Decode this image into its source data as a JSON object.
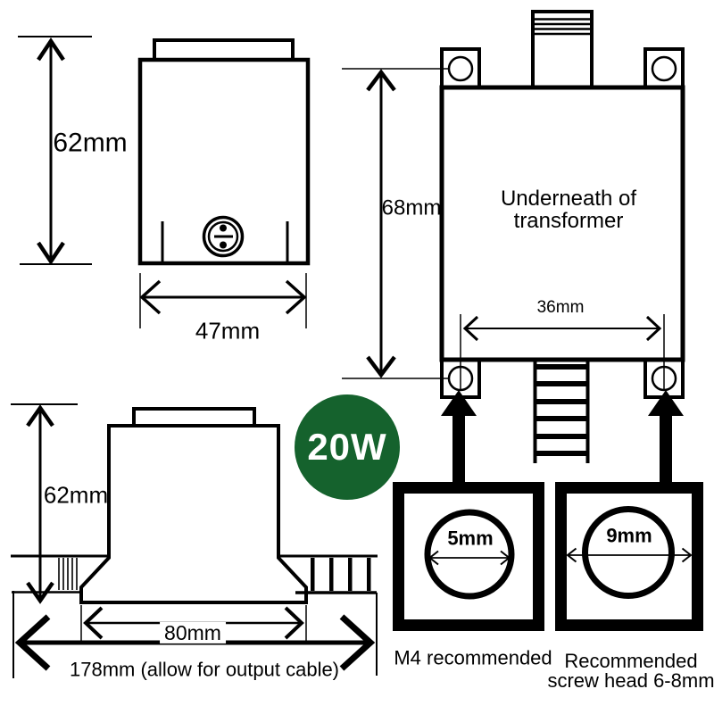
{
  "diagram": {
    "badge": {
      "label": "20W"
    },
    "front_view": {
      "height_label": "62mm",
      "width_label": "47mm"
    },
    "underneath_view": {
      "title_lines": [
        "Underneath of",
        "transformer"
      ],
      "height_label": "68mm",
      "hole_pitch_label": "36mm"
    },
    "side_view": {
      "height_label": "62mm",
      "base_width_label": "80mm",
      "overall_width_label": "178mm (allow for output cable)"
    },
    "screw_hole": {
      "diameter_label": "5mm",
      "caption": "M4 recommended"
    },
    "screw_head": {
      "diameter_label": "9mm",
      "caption_lines": [
        "Recommended",
        "screw head 6-8mm"
      ]
    },
    "colors": {
      "badge_green": "#15622d",
      "line_black": "#000000",
      "background": "#ffffff"
    }
  }
}
